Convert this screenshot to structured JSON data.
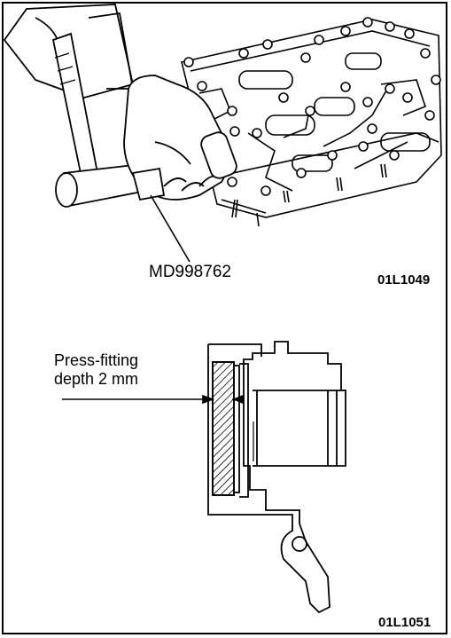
{
  "figure_top": {
    "tool_label": "MD998762",
    "figure_code": "01L1049"
  },
  "figure_bottom": {
    "label_line1": "Press-fitting",
    "label_line2": "depth 2 mm",
    "figure_code": "01L1051"
  }
}
